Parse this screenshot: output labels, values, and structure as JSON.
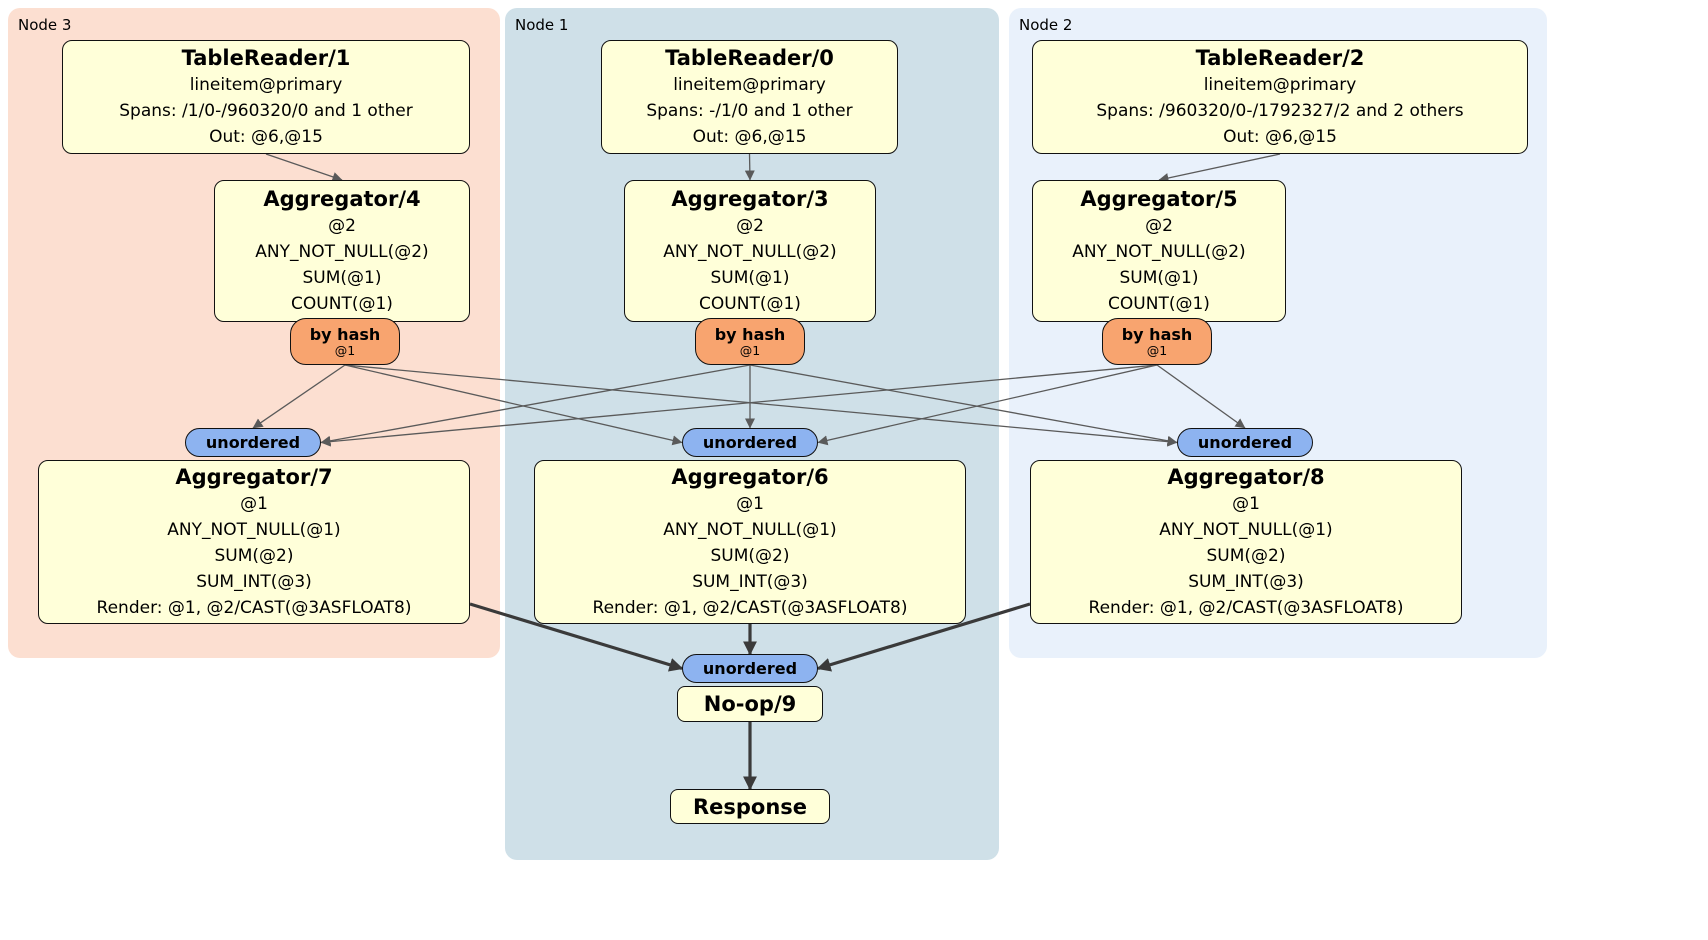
{
  "regions": [
    {
      "id": "node3",
      "label": "Node 3"
    },
    {
      "id": "node1",
      "label": "Node 1"
    },
    {
      "id": "node2",
      "label": "Node 2"
    }
  ],
  "processors": {
    "tr1": {
      "title": "TableReader/1",
      "lines": [
        "lineitem@primary",
        "Spans: /1/0-/960320/0 and 1 other",
        "Out: @6,@15"
      ]
    },
    "tr0": {
      "title": "TableReader/0",
      "lines": [
        "lineitem@primary",
        "Spans: -/1/0 and 1 other",
        "Out: @6,@15"
      ]
    },
    "tr2": {
      "title": "TableReader/2",
      "lines": [
        "lineitem@primary",
        "Spans: /960320/0-/1792327/2 and 2 others",
        "Out: @6,@15"
      ]
    },
    "agg4": {
      "title": "Aggregator/4",
      "lines": [
        "@2",
        "ANY_NOT_NULL(@2)",
        "SUM(@1)",
        "COUNT(@1)"
      ]
    },
    "agg3": {
      "title": "Aggregator/3",
      "lines": [
        "@2",
        "ANY_NOT_NULL(@2)",
        "SUM(@1)",
        "COUNT(@1)"
      ]
    },
    "agg5": {
      "title": "Aggregator/5",
      "lines": [
        "@2",
        "ANY_NOT_NULL(@2)",
        "SUM(@1)",
        "COUNT(@1)"
      ]
    },
    "agg7": {
      "title": "Aggregator/7",
      "lines": [
        "@1",
        "ANY_NOT_NULL(@1)",
        "SUM(@2)",
        "SUM_INT(@3)",
        "Render: @1, @2/CAST(@3ASFLOAT8)"
      ]
    },
    "agg6": {
      "title": "Aggregator/6",
      "lines": [
        "@1",
        "ANY_NOT_NULL(@1)",
        "SUM(@2)",
        "SUM_INT(@3)",
        "Render: @1, @2/CAST(@3ASFLOAT8)"
      ]
    },
    "agg8": {
      "title": "Aggregator/8",
      "lines": [
        "@1",
        "ANY_NOT_NULL(@1)",
        "SUM(@2)",
        "SUM_INT(@3)",
        "Render: @1, @2/CAST(@3ASFLOAT8)"
      ]
    },
    "noop": {
      "title": "No-op/9"
    },
    "response": {
      "title": "Response"
    }
  },
  "routers": {
    "byhash3": {
      "label": "by hash",
      "sub": "@1"
    },
    "byhash1": {
      "label": "by hash",
      "sub": "@1"
    },
    "byhash2": {
      "label": "by hash",
      "sub": "@1"
    },
    "uno3": {
      "label": "unordered"
    },
    "uno1": {
      "label": "unordered"
    },
    "uno2": {
      "label": "unordered"
    },
    "unoFinal": {
      "label": "unordered"
    }
  },
  "colors": {
    "node3_bg": "#fcdfd1",
    "node1_bg": "#cfe0e8",
    "node2_bg": "#e9f1fb",
    "box_bg": "#ffffd9",
    "box_border": "#111111",
    "hash_bg": "#f8a46f",
    "unordered_bg": "#8db3f0",
    "edge_thin": "#5a5a5a",
    "edge_thick": "#3a3a3a"
  },
  "edges": [
    {
      "from": "box-tablereader-1",
      "fromSide": "bottom",
      "to": "box-aggregator-4",
      "toSide": "top",
      "style": "thin"
    },
    {
      "from": "box-tablereader-0",
      "fromSide": "bottom",
      "to": "box-aggregator-3",
      "toSide": "top",
      "style": "thin"
    },
    {
      "from": "box-tablereader-2",
      "fromSide": "bottom",
      "to": "box-aggregator-5",
      "toSide": "top",
      "style": "thin"
    },
    {
      "from": "router-by-hash-node3",
      "fromSide": "bottom",
      "to": "router-unordered-node3",
      "toSide": "top",
      "style": "thin"
    },
    {
      "from": "router-by-hash-node3",
      "fromSide": "bottom",
      "to": "router-unordered-node1",
      "toSide": "left",
      "style": "thin"
    },
    {
      "from": "router-by-hash-node3",
      "fromSide": "bottom",
      "to": "router-unordered-node2",
      "toSide": "left",
      "style": "thin"
    },
    {
      "from": "router-by-hash-node1",
      "fromSide": "bottom",
      "to": "router-unordered-node3",
      "toSide": "right",
      "style": "thin"
    },
    {
      "from": "router-by-hash-node1",
      "fromSide": "bottom",
      "to": "router-unordered-node1",
      "toSide": "top",
      "style": "thin"
    },
    {
      "from": "router-by-hash-node1",
      "fromSide": "bottom",
      "to": "router-unordered-node2",
      "toSide": "left",
      "style": "thin"
    },
    {
      "from": "router-by-hash-node2",
      "fromSide": "bottom",
      "to": "router-unordered-node3",
      "toSide": "right",
      "style": "thin"
    },
    {
      "from": "router-by-hash-node2",
      "fromSide": "bottom",
      "to": "router-unordered-node1",
      "toSide": "right",
      "style": "thin"
    },
    {
      "from": "router-by-hash-node2",
      "fromSide": "bottom",
      "to": "router-unordered-node2",
      "toSide": "top",
      "style": "thin"
    },
    {
      "from": "box-aggregator-7",
      "fromSide": "right-bottom",
      "to": "router-unordered-final",
      "toSide": "left",
      "style": "thick"
    },
    {
      "from": "box-aggregator-6",
      "fromSide": "bottom",
      "to": "router-unordered-final",
      "toSide": "top",
      "style": "thick"
    },
    {
      "from": "box-aggregator-8",
      "fromSide": "left-bottom",
      "to": "router-unordered-final",
      "toSide": "right",
      "style": "thick"
    },
    {
      "from": "box-noop-9",
      "fromSide": "bottom",
      "to": "box-response",
      "toSide": "top",
      "style": "thick"
    }
  ]
}
